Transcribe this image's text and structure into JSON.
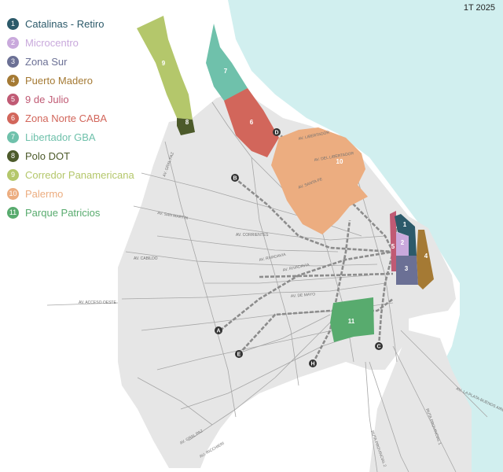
{
  "period": "1T 2025",
  "colors": {
    "water": "#d1efef",
    "land": "#e6e6e6",
    "street": "#a6a6a6",
    "subway": "#8c8c8c",
    "subway_marker": "#333333"
  },
  "legend": [
    {
      "num": "1",
      "label": "Catalinas - Retiro",
      "color": "#2c5a6a"
    },
    {
      "num": "2",
      "label": "Microcentro",
      "color": "#c9a9dc"
    },
    {
      "num": "3",
      "label": "Zona Sur",
      "color": "#6b7095"
    },
    {
      "num": "4",
      "label": "Puerto Madero",
      "color": "#a57a34"
    },
    {
      "num": "5",
      "label": "9 de Julio",
      "color": "#c05a74"
    },
    {
      "num": "6",
      "label": "Zona Norte CABA",
      "color": "#d2665b"
    },
    {
      "num": "7",
      "label": "Libertador GBA",
      "color": "#6fc1ab"
    },
    {
      "num": "8",
      "label": "Polo DOT",
      "color": "#4c5a2a"
    },
    {
      "num": "9",
      "label": "Corredor Panamericana",
      "color": "#b4c76b"
    },
    {
      "num": "10",
      "label": "Palermo",
      "color": "#ecad80"
    },
    {
      "num": "11",
      "label": "Parque Patricios",
      "color": "#58ab6e"
    }
  ],
  "subway_lines": [
    "A",
    "B",
    "C",
    "D",
    "E",
    "H"
  ],
  "streets": [
    "AV. GRAL PAZ",
    "AV. SAN MARTIN",
    "AV. RIVADAVIA",
    "AV. ACCESO OESTE",
    "AV. RIVADAVIA",
    "AV. DE MAYO",
    "AV. GRAL PAZ",
    "AV. LIBERTADOR",
    "AV. DEL LIBERTADOR",
    "AV. SANTA FE",
    "AU. LA PLATA-BUENOS AIRES",
    "RUTA PROVINCIAL 1",
    "RUTA PROVINCIAL 2",
    "AU. RICCHIERI",
    "AV. CABILDO",
    "AV. CORRIENTES"
  ]
}
